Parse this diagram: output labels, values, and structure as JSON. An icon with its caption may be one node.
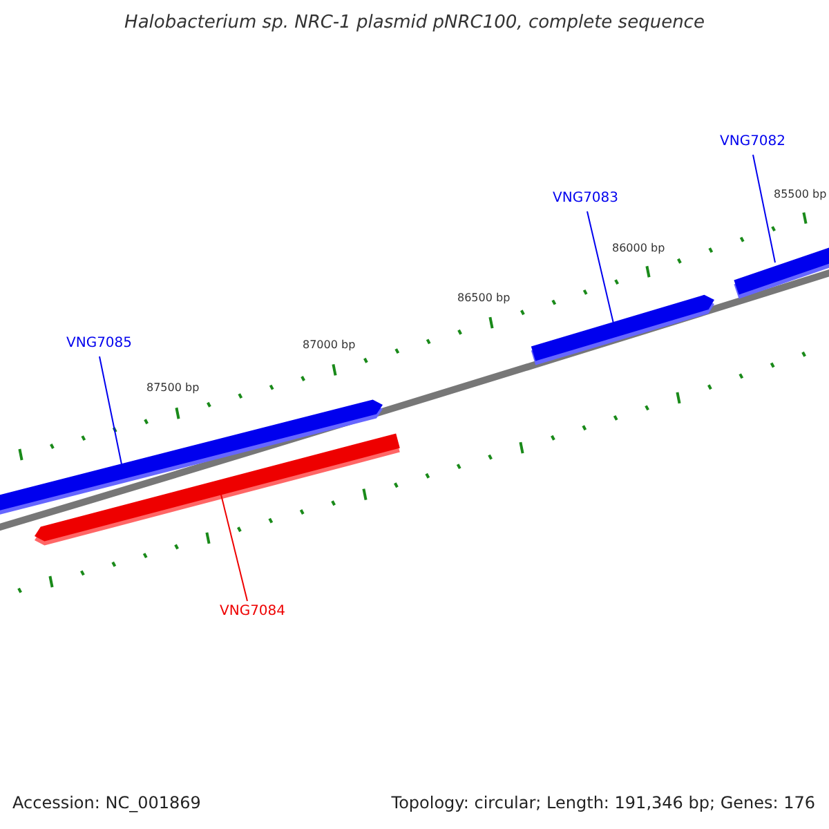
{
  "diagram": {
    "title": "Halobacterium sp. NRC-1 plasmid pNRC100, complete sequence",
    "nodes": [
      {
        "text": [
          "VNG7082"
        ]
      },
      {
        "text": [
          "VNG7083"
        ]
      },
      {
        "text": [
          "VNG7085"
        ]
      },
      {
        "text": [
          "VNG7084"
        ]
      },
      {
        "text": [],
        "shape": "bar"
      },
      {
        "text": [],
        "shape": "bar"
      },
      {
        "text": [],
        "shape": "bar"
      },
      {
        "text": [],
        "shape": "bar"
      }
    ],
    "edges": [
      {
        "from": 0,
        "to": 4,
        "arrow": "none"
      },
      {
        "from": 1,
        "to": 5,
        "arrow": "none"
      },
      {
        "from": 2,
        "to": 6,
        "arrow": "none"
      },
      {
        "from": 3,
        "to": 7,
        "arrow": "none",
        "color": "#ee0000"
      }
    ],
    "labels": [
      "85500 bp",
      "86000 bp",
      "86500 bp",
      "87000 bp",
      "87500 bp",
      "Accession: NC_001869",
      "Topology: circular; Length: 191,346 bp; Genes: 176"
    ]
  }
}
